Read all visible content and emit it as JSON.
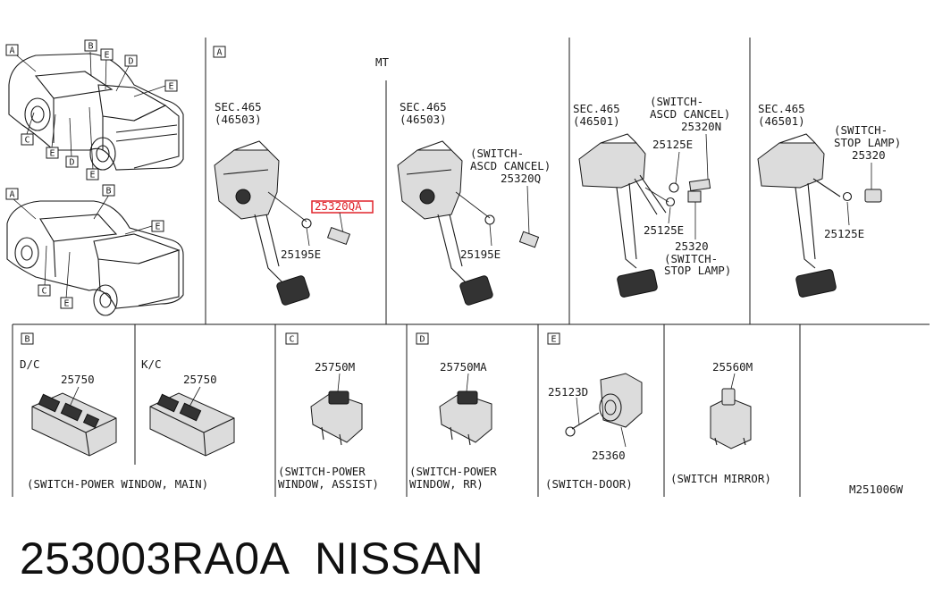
{
  "diagram": {
    "vehicle_tags_top": [
      "A",
      "B",
      "E",
      "D",
      "E",
      "C",
      "E",
      "D",
      "E"
    ],
    "vehicle_tags_bottom": [
      "A",
      "B",
      "E",
      "C",
      "E"
    ],
    "panel_a": {
      "tag": "A",
      "mt_label": "MT",
      "left_assembly": {
        "sec_line1": "SEC.465",
        "sec_line2": "(46503)",
        "highlight_part": "25320QA",
        "nut_part": "25195E"
      },
      "right_assembly": {
        "sec_line1": "SEC.465",
        "sec_line2": "(46503)",
        "switch_line1": "(SWITCH-",
        "switch_line2": "ASCD CANCEL)",
        "switch_part": "25320Q",
        "nut_part": "25195E"
      }
    },
    "panel_at1": {
      "sec_line1": "SEC.465",
      "sec_line2": "(46501)",
      "ascd_line1": "(SWITCH-",
      "ascd_line2": "ASCD CANCEL)",
      "ascd_part": "25320N",
      "nut_part_1": "25125E",
      "nut_part_2": "25125E",
      "stop_part": "25320",
      "stop_line1": "(SWITCH-",
      "stop_line2": "STOP LAMP)"
    },
    "panel_at2": {
      "sec_line1": "SEC.465",
      "sec_line2": "(46501)",
      "stop_line1": "(SWITCH-",
      "stop_line2": "STOP LAMP)",
      "stop_part": "25320",
      "nut_part": "25125E"
    },
    "panel_b": {
      "tag": "B",
      "dc_label": "D/C",
      "dc_part": "25750",
      "kc_label": "K/C",
      "kc_part": "25750",
      "caption": "(SWITCH-POWER WINDOW, MAIN)"
    },
    "panel_c": {
      "tag": "C",
      "part": "25750M",
      "caption_line1": "(SWITCH-POWER",
      "caption_line2": "WINDOW, ASSIST)"
    },
    "panel_d": {
      "tag": "D",
      "part": "25750MA",
      "caption_line1": "(SWITCH-POWER",
      "caption_line2": "WINDOW, RR)"
    },
    "panel_e": {
      "tag": "E",
      "screw_part": "25123D",
      "switch_part": "25360",
      "caption": "(SWITCH-DOOR)"
    },
    "panel_mirror": {
      "part": "25560M",
      "caption": "(SWITCH MIRROR)"
    },
    "drawing_code": "M251006W"
  },
  "footer": {
    "part_number": "253003RA0A",
    "brand": "NISSAN"
  },
  "colors": {
    "highlight": "#e0242b",
    "line": "#1a1a1a"
  }
}
